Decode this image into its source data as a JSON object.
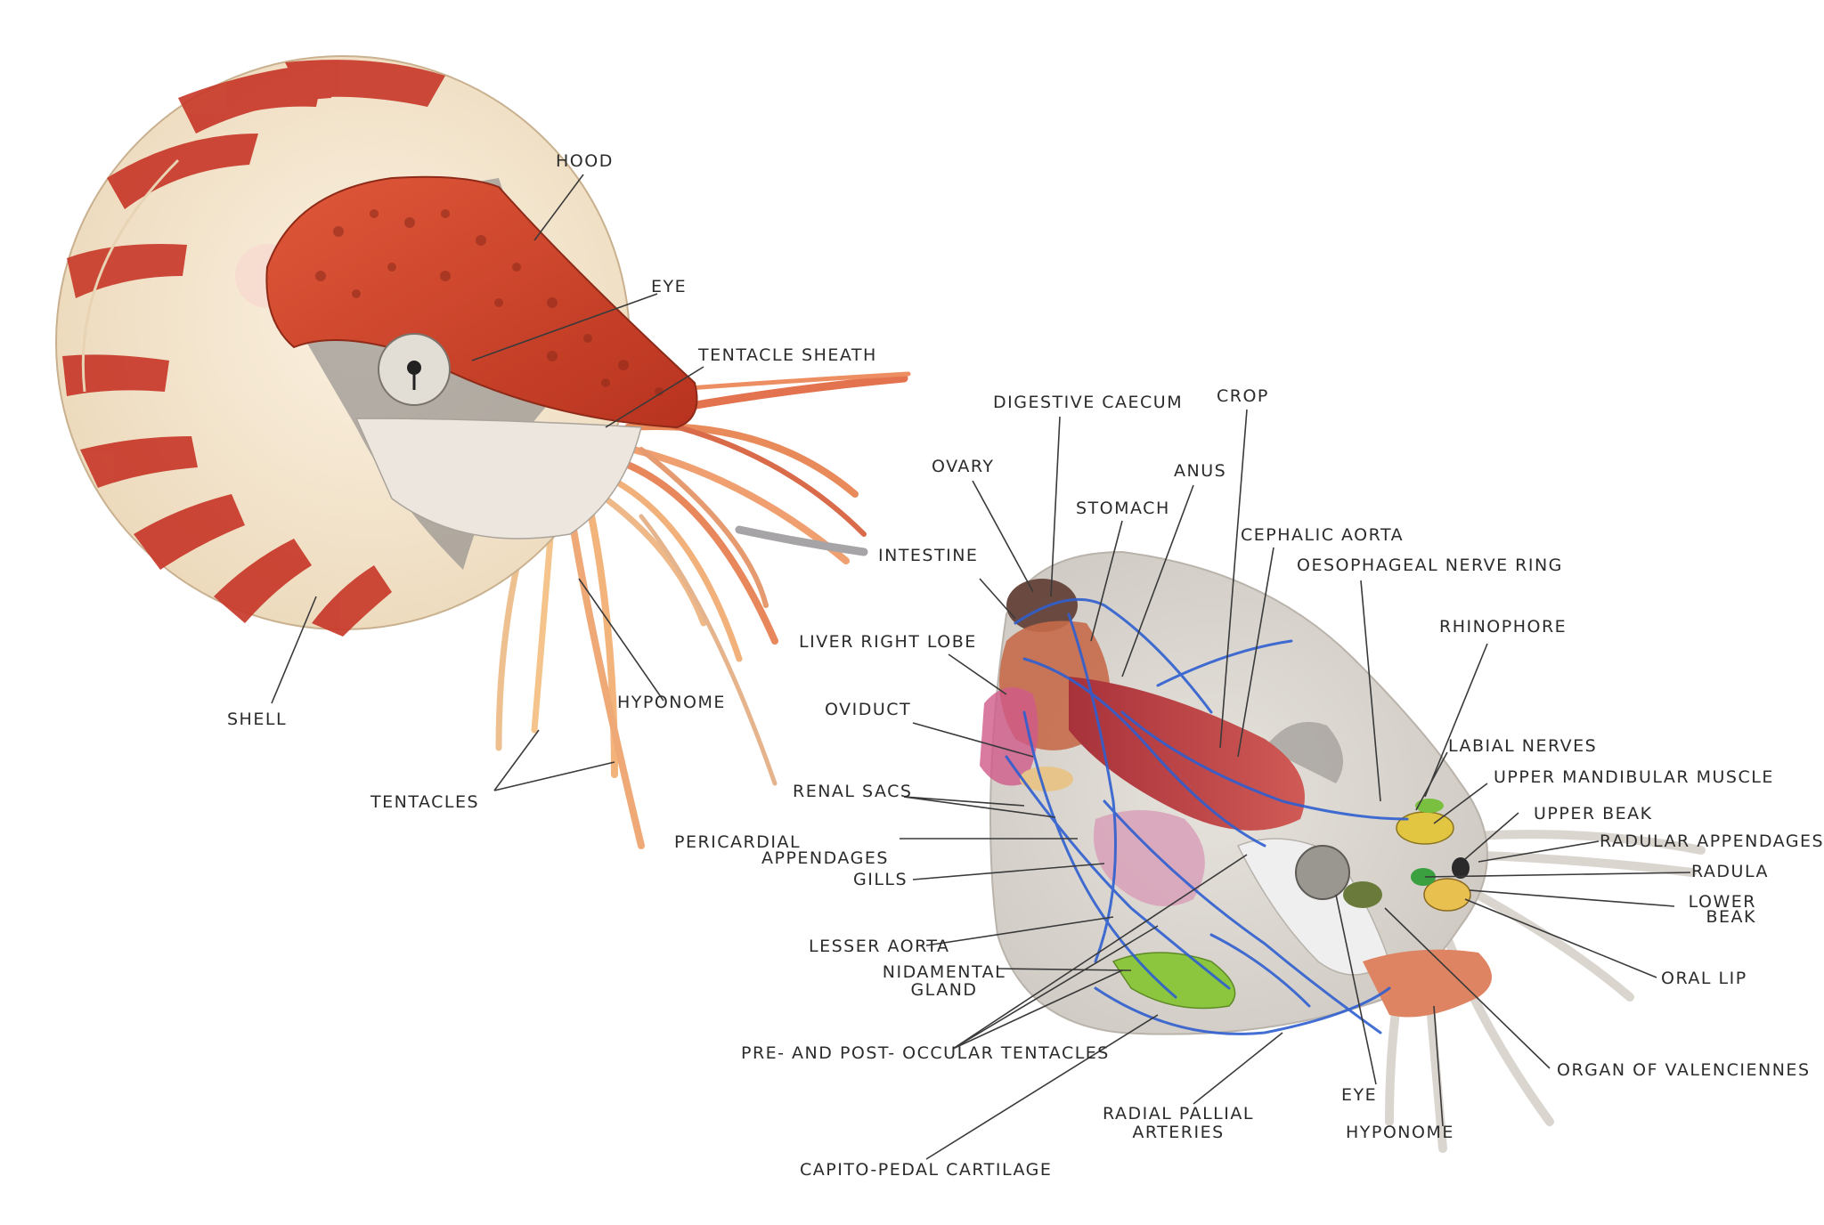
{
  "labels": {
    "hood": "HOOD",
    "eye_left": "EYE",
    "tentacle_sheath": "TENTACLE SHEATH",
    "shell": "SHELL",
    "hyponome_left": "HYPONOME",
    "tentacles": "TENTACLES",
    "digestive_caecum": "DIGESTIVE CAECUM",
    "crop": "CROP",
    "ovary": "OVARY",
    "anus": "ANUS",
    "stomach": "STOMACH",
    "cephalic_aorta": "CEPHALIC AORTA",
    "intestine": "INTESTINE",
    "oesophageal_nerve_ring": "OESOPHAGEAL NERVE RING",
    "rhinophore": "RHINOPHORE",
    "liver_right_lobe": "LIVER RIGHT LOBE",
    "oviduct": "OVIDUCT",
    "labial_nerves": "LABIAL NERVES",
    "upper_mandibular_muscle": "UPPER MANDIBULAR MUSCLE",
    "renal_sacs": "RENAL SACS",
    "upper_beak": "UPPER BEAK",
    "pericardial_appendages_1": "PERICARDIAL",
    "pericardial_appendages_2": "APPENDAGES",
    "radular_appendages": "RADULAR APPENDAGES",
    "gills": "GILLS",
    "radula": "RADULA",
    "lower_beak_1": "LOWER",
    "lower_beak_2": "BEAK",
    "lesser_aorta": "LESSER AORTA",
    "nidamental_gland_1": "NIDAMENTAL",
    "nidamental_gland_2": "GLAND",
    "oral_lip": "ORAL LIP",
    "pre_post_occular_tentacles": "PRE- AND POST- OCCULAR TENTACLES",
    "organ_of_valenciennes": "ORGAN OF VALENCIENNES",
    "eye_right": "EYE",
    "radial_pallial_arteries_1": "RADIAL PALLIAL",
    "radial_pallial_arteries_2": "ARTERIES",
    "hyponome_right": "HYPONOME",
    "capito_pedal_cartilage": "CAPITO-PEDAL CARTILAGE"
  },
  "colors": {
    "shell_stripe": "#c8392a",
    "shell_cream": "#f3e6cf",
    "hood_red": "#d9482c",
    "vessel_blue": "#2f5fd0",
    "body_grey": "#dcd8d2",
    "gland_green": "#8cc63f",
    "label_ink": "#2b2b2b"
  }
}
